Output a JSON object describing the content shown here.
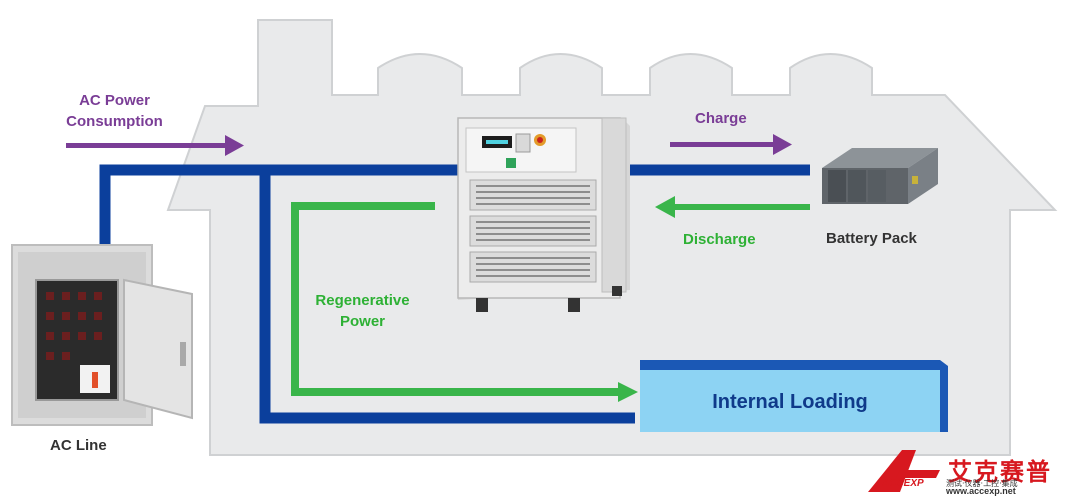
{
  "labels": {
    "ac_power": "AC Power\nConsumption",
    "charge": "Charge",
    "discharge": "Discharge",
    "battery_pack": "Battery Pack",
    "regenerative": "Regenerative\nPower",
    "internal_loading": "Internal Loading",
    "ac_line": "AC Line"
  },
  "watermark": {
    "logo_text": "ACCEXP",
    "cn_name": "艾克赛普",
    "tagline": "测试·仪器·工控·集成",
    "url": "www.accexp.net"
  },
  "colors": {
    "blue_line": "#0b3f9c",
    "green_line": "#39b54a",
    "purple_arrow": "#7a3d96",
    "building_fill": "#e9eaeb",
    "building_stroke": "#cfd1d3",
    "loading_fill": "#8dd3f3",
    "loading_top": "#1b58b5",
    "brand_red": "#d7181f"
  }
}
